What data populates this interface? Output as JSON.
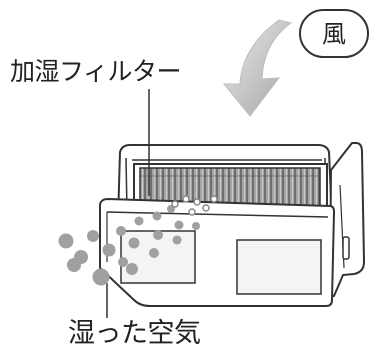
{
  "labels": {
    "wind": "風",
    "filter": "加湿フィルター",
    "humid_air": "湿った空気"
  },
  "colors": {
    "line": "#333333",
    "filter_fill": "#9a9a9a",
    "droplet": "#9c9c9c",
    "arrow_light": "#e2e2e2",
    "arrow_dark": "#a6a6a6",
    "tray_inner": "#efefef"
  },
  "icons": {
    "airflow": "curved-down-arrow-icon",
    "droplets": "water-droplet-icon"
  }
}
